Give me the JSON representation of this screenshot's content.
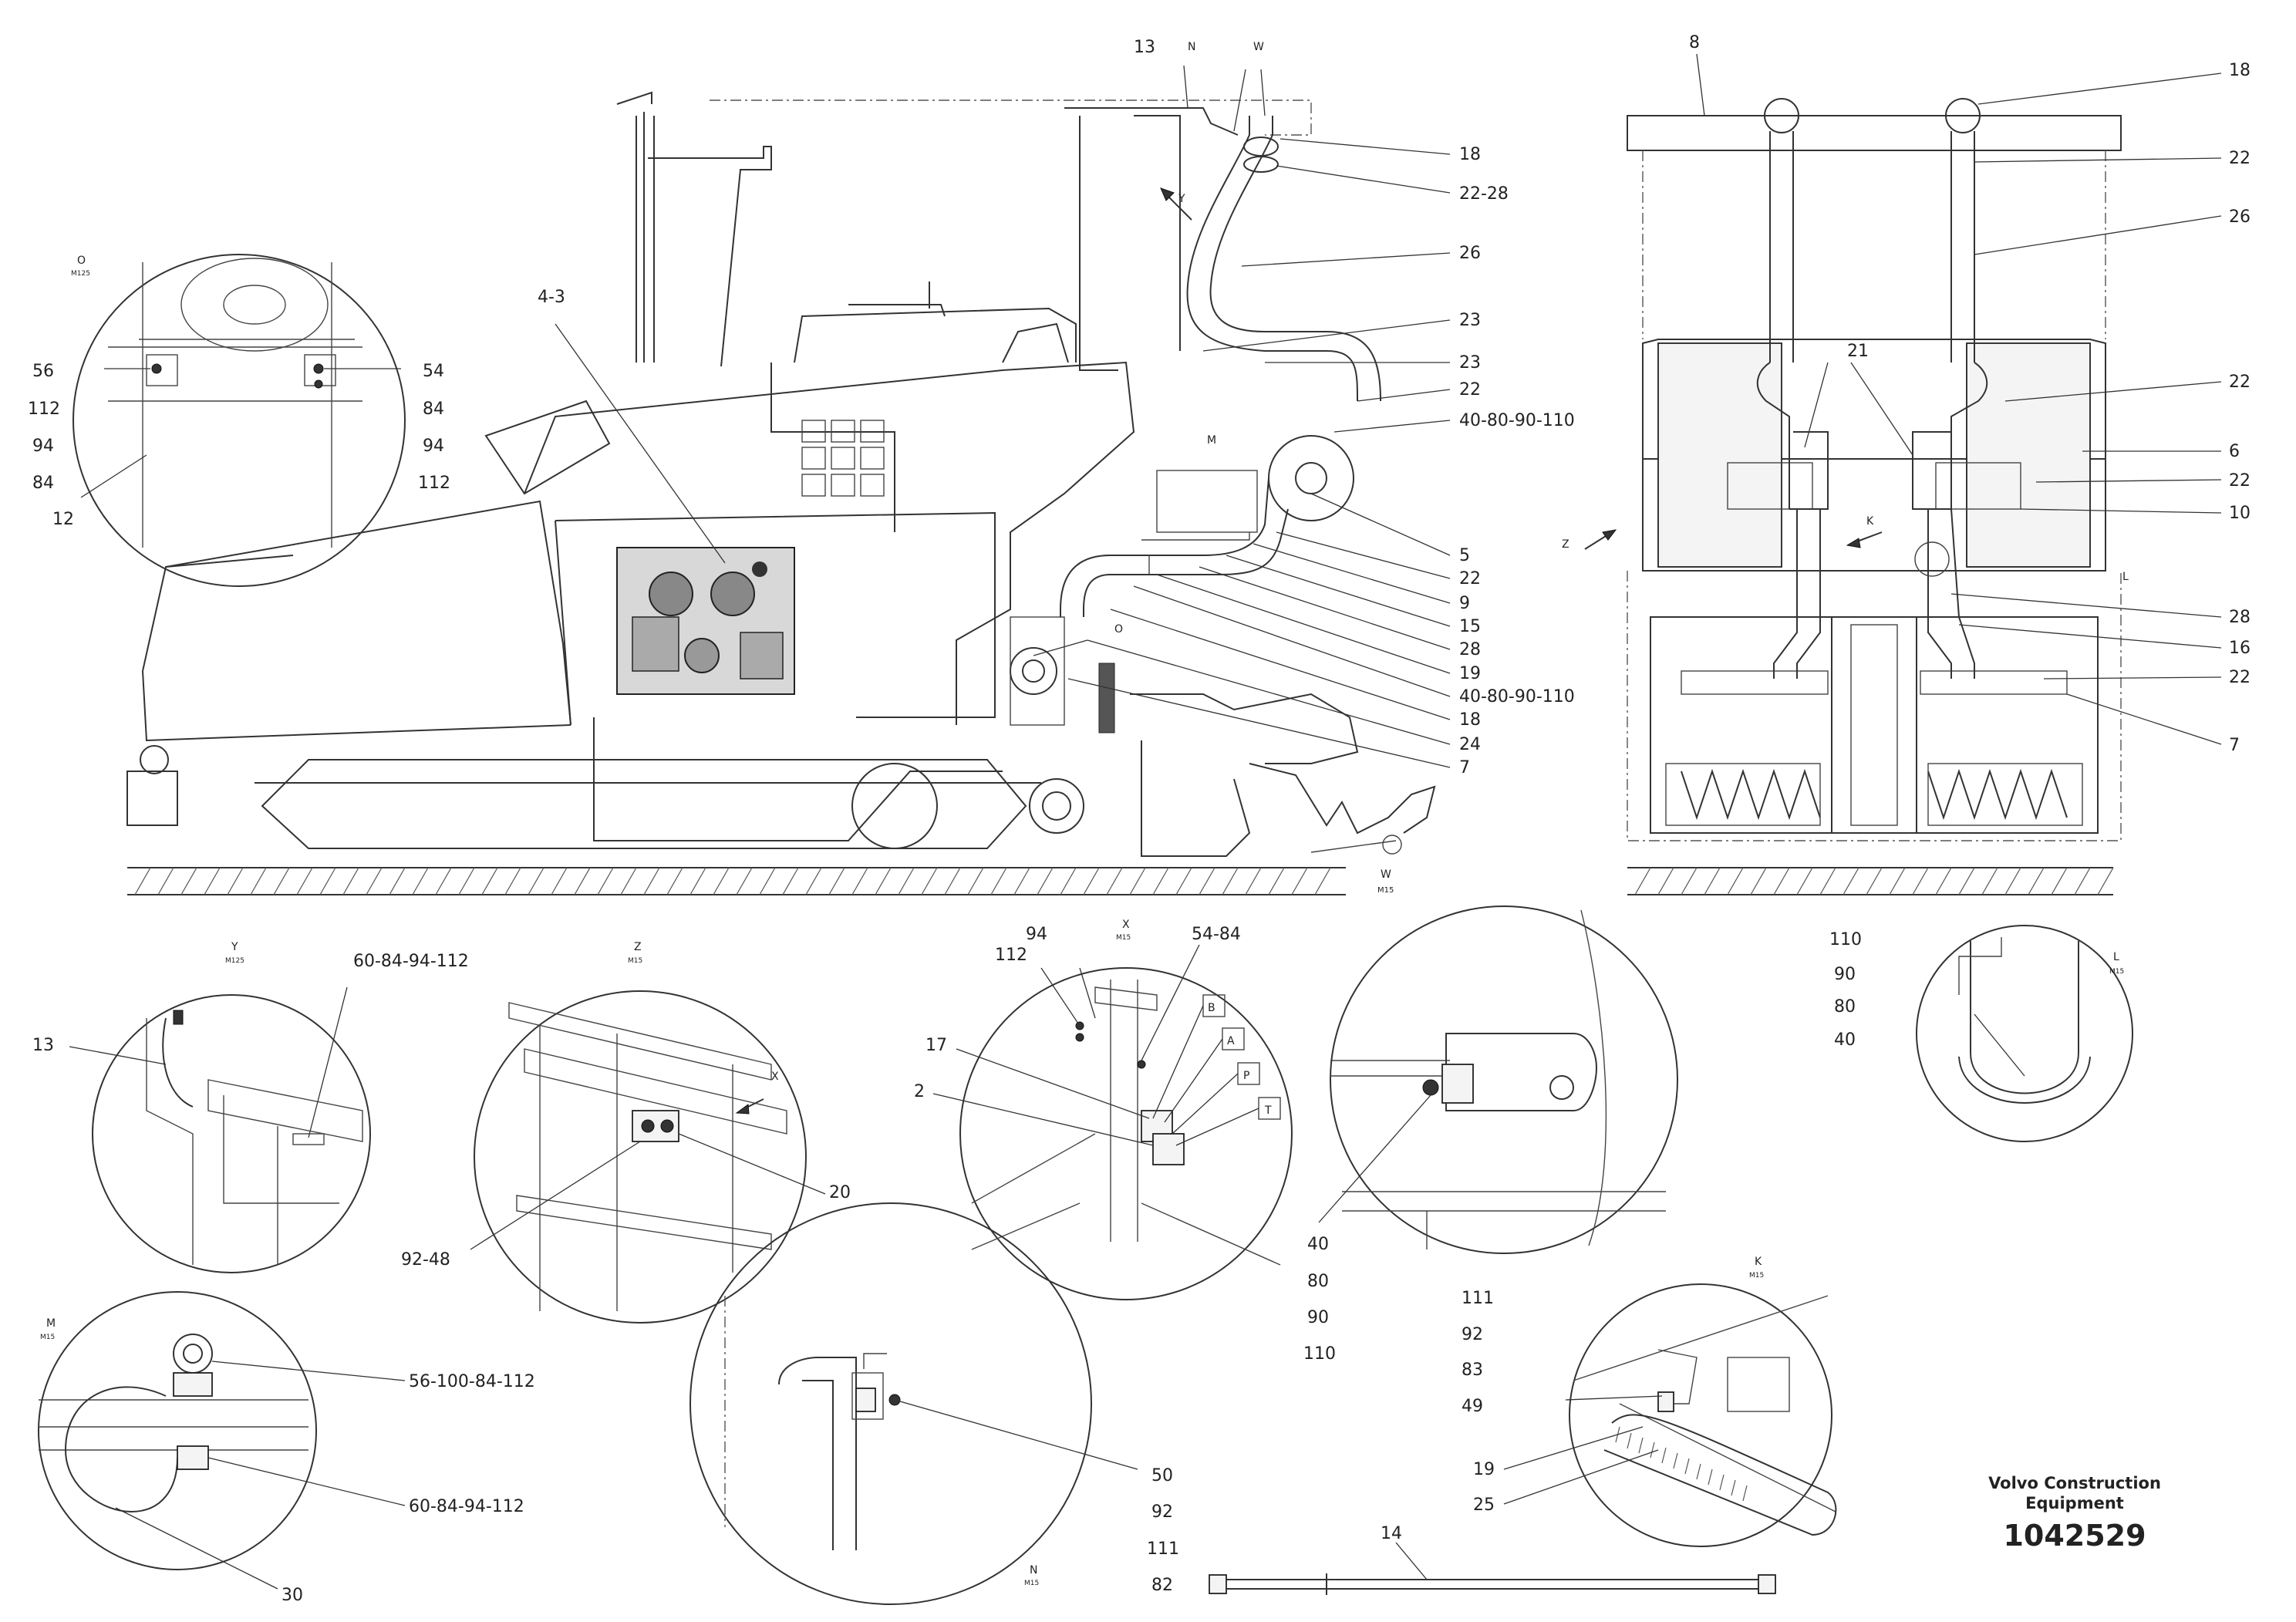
{
  "document": {
    "brand_line1": "Volvo Construction",
    "brand_line2": "Equipment",
    "part_number": "1042529"
  },
  "side_view": {
    "callouts": [
      "13",
      "N",
      "W",
      "18",
      "22-28",
      "26",
      "23",
      "23",
      "22",
      "40-80-90-110",
      "5",
      "22",
      "9",
      "15",
      "28",
      "19",
      "40-80-90-110",
      "18",
      "24",
      "7",
      "4-3",
      "M",
      "O",
      "Y"
    ],
    "view_marker": "W",
    "view_scale": "M15"
  },
  "rear_view": {
    "callouts": [
      "8",
      "18",
      "22",
      "26",
      "21",
      "22",
      "6",
      "22",
      "10",
      "L",
      "28",
      "16",
      "22",
      "7",
      "K",
      "Z"
    ]
  },
  "detail_o": {
    "title": "O",
    "scale": "M125",
    "callouts_left": [
      "56",
      "112",
      "94",
      "84"
    ],
    "callouts_right": [
      "54",
      "84",
      "94",
      "112"
    ],
    "callout_bottom": "12"
  },
  "detail_y": {
    "title": "Y",
    "scale": "M125",
    "callouts": [
      "13",
      "60-84-94-112"
    ]
  },
  "detail_z": {
    "title": "Z",
    "scale": "M15",
    "callouts": [
      "X",
      "20",
      "92-48"
    ]
  },
  "detail_x": {
    "title": "X",
    "scale": "M15",
    "callouts": [
      "112",
      "94",
      "54-84",
      "17",
      "2"
    ],
    "port_tags": [
      "B",
      "A",
      "P",
      "T"
    ]
  },
  "detail_40": {
    "callout_stack": [
      "40",
      "80",
      "90",
      "110"
    ]
  },
  "detail_l": {
    "title": "L",
    "scale": "M15",
    "callout_stack": [
      "110",
      "90",
      "80",
      "40"
    ]
  },
  "detail_m": {
    "title": "M",
    "scale": "M15",
    "callouts": [
      "56-100-84-112",
      "60-84-94-112",
      "30"
    ]
  },
  "detail_n": {
    "title": "N",
    "scale": "M15",
    "callout_stack": [
      "50",
      "92",
      "111",
      "82"
    ]
  },
  "detail_k": {
    "title": "K",
    "scale": "M15",
    "callout_stack": [
      "111",
      "92",
      "83",
      "49"
    ],
    "callouts": [
      "19",
      "25"
    ]
  },
  "hose_part": {
    "callout": "14"
  }
}
